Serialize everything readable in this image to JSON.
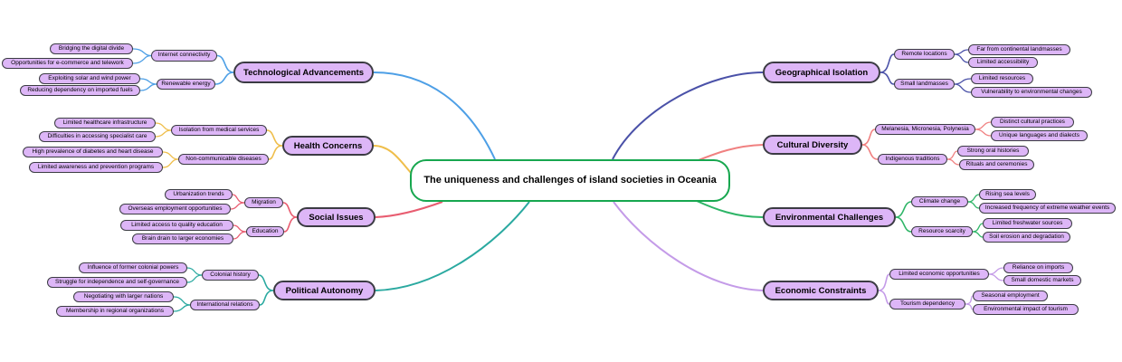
{
  "central": {
    "label": "The uniqueness and challenges of island societies in Oceania"
  },
  "style": {
    "node_fill": "#DDB6F7",
    "node_border": "#3B3B43",
    "central_fill": "#FFFFFF",
    "central_border": "#17A74F"
  },
  "branches": [
    {
      "label": "Technological Advancements",
      "color": "#4D9FE6",
      "side": "left",
      "children": [
        {
          "label": "Internet connectivity",
          "children": [
            {
              "label": "Bridging the digital divide"
            },
            {
              "label": "Opportunities for e-commerce and telework"
            }
          ]
        },
        {
          "label": "Renewable energy",
          "children": [
            {
              "label": "Exploiting solar and wind power"
            },
            {
              "label": "Reducing dependency on imported fuels"
            }
          ]
        }
      ]
    },
    {
      "label": "Health Concerns",
      "color": "#EFBE4B",
      "side": "left",
      "children": [
        {
          "label": "Isolation from medical services",
          "children": [
            {
              "label": "Limited healthcare infrastructure"
            },
            {
              "label": "Difficulties in accessing specialist care"
            }
          ]
        },
        {
          "label": "Non-communicable diseases",
          "children": [
            {
              "label": "High prevalence of diabetes and heart disease"
            },
            {
              "label": "Limited awareness and prevention programs"
            }
          ]
        }
      ]
    },
    {
      "label": "Social Issues",
      "color": "#E85C70",
      "side": "left",
      "children": [
        {
          "label": "Migration",
          "children": [
            {
              "label": "Urbanization trends"
            },
            {
              "label": "Overseas employment opportunities"
            }
          ]
        },
        {
          "label": "Education",
          "children": [
            {
              "label": "Limited access to quality education"
            },
            {
              "label": "Brain drain to larger economies"
            }
          ]
        }
      ]
    },
    {
      "label": "Political Autonomy",
      "color": "#2AA9A0",
      "side": "left",
      "children": [
        {
          "label": "Colonial history",
          "children": [
            {
              "label": "Influence of former colonial powers"
            },
            {
              "label": "Struggle for independence and self-governance"
            }
          ]
        },
        {
          "label": "International relations",
          "children": [
            {
              "label": "Negotiating with larger nations"
            },
            {
              "label": "Membership in regional organizations"
            }
          ]
        }
      ]
    },
    {
      "label": "Geographical Isolation",
      "color": "#4A51A8",
      "side": "right",
      "children": [
        {
          "label": "Remote locations",
          "children": [
            {
              "label": "Far from continental landmasses"
            },
            {
              "label": "Limited accessibility"
            }
          ]
        },
        {
          "label": "Small landmasses",
          "children": [
            {
              "label": "Limited resources"
            },
            {
              "label": "Vulnerability to environmental changes"
            }
          ]
        }
      ]
    },
    {
      "label": "Cultural Diversity",
      "color": "#F08080",
      "side": "right",
      "children": [
        {
          "label": "Melanesia, Micronesia, Polynesia",
          "children": [
            {
              "label": "Distinct cultural practices"
            },
            {
              "label": "Unique languages and dialects"
            }
          ]
        },
        {
          "label": "Indigenous traditions",
          "children": [
            {
              "label": "Strong oral histories"
            },
            {
              "label": "Rituals and ceremonies"
            }
          ]
        }
      ]
    },
    {
      "label": "Environmental Challenges",
      "color": "#2EB567",
      "side": "right",
      "children": [
        {
          "label": "Climate change",
          "children": [
            {
              "label": "Rising sea levels"
            },
            {
              "label": "Increased frequency of extreme weather events"
            }
          ]
        },
        {
          "label": "Resource scarcity",
          "children": [
            {
              "label": "Limited freshwater sources"
            },
            {
              "label": "Soil erosion and degradation"
            }
          ]
        }
      ]
    },
    {
      "label": "Economic Constraints",
      "color": "#C49BE8",
      "side": "right",
      "children": [
        {
          "label": "Limited economic opportunities",
          "children": [
            {
              "label": "Reliance on imports"
            },
            {
              "label": "Small domestic markets"
            }
          ]
        },
        {
          "label": "Tourism dependency",
          "children": [
            {
              "label": "Seasonal employment"
            },
            {
              "label": "Environmental impact of tourism"
            }
          ]
        }
      ]
    }
  ]
}
